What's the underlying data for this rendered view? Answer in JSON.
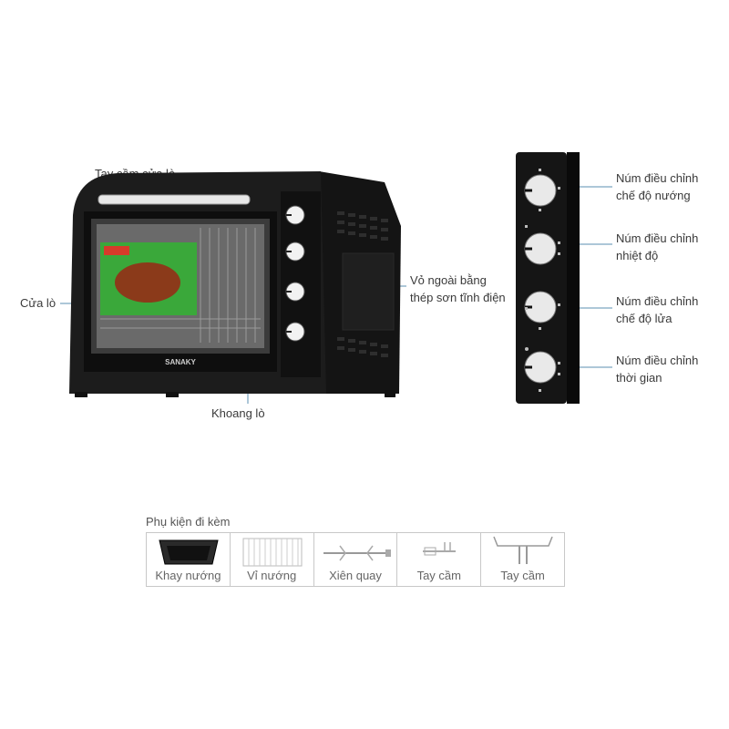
{
  "callouts": {
    "handle": "Tay cầm cửa lò",
    "door": "Cửa lò",
    "chamber": "Khoang lò",
    "shell_line1": "Vỏ ngoài bằng",
    "shell_line2": "thép sơn tĩnh điện",
    "knob1_line1": "Núm điều chỉnh",
    "knob1_line2": "chế độ nướng",
    "knob2_line1": "Núm điều chỉnh",
    "knob2_line2": "nhiệt độ",
    "knob3_line1": "Núm điều chỉnh",
    "knob3_line2": "chế độ lửa",
    "knob4_line1": "Núm điều chỉnh",
    "knob4_line2": "thời gian"
  },
  "oven": {
    "brand": "SANAKY"
  },
  "accessories": {
    "title": "Phụ kiện đi kèm",
    "items": [
      {
        "label": "Khay nướng",
        "icon": "baking-tray-icon"
      },
      {
        "label": "Vỉ nướng",
        "icon": "grill-rack-icon"
      },
      {
        "label": "Xiên quay",
        "icon": "rotisserie-skewer-icon"
      },
      {
        "label": "Tay cầm",
        "icon": "skewer-handle-icon"
      },
      {
        "label": "Tay cầm",
        "icon": "tray-handle-icon"
      }
    ]
  },
  "colors": {
    "oven_body": "#1a1a1a",
    "leader_line": "#5b8fb0",
    "label_text": "#3a3a3a"
  }
}
